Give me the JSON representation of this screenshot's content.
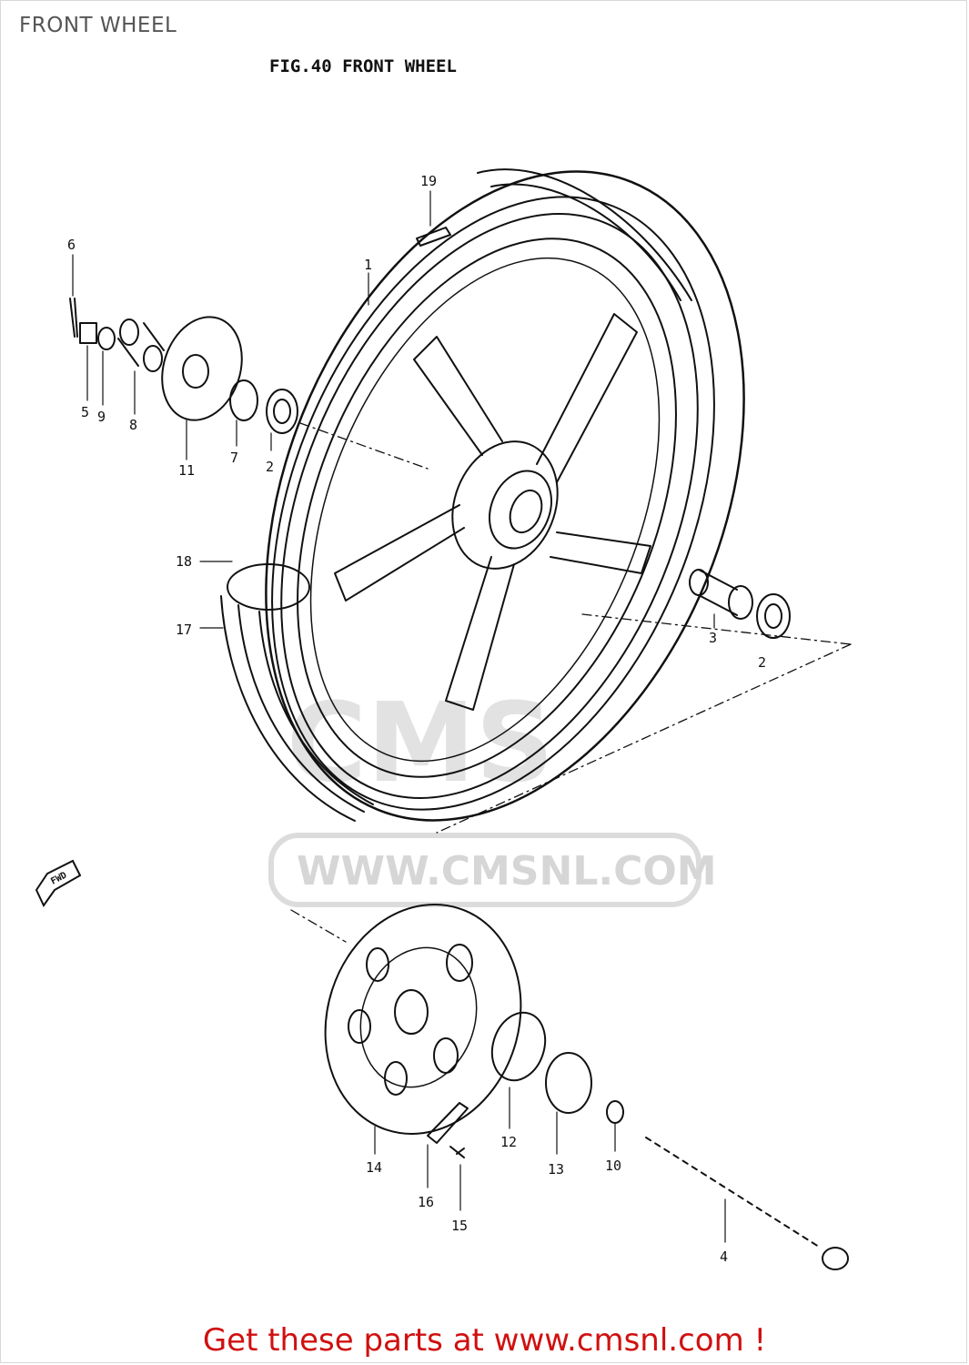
{
  "page": {
    "title": "FRONT WHEEL"
  },
  "figure": {
    "title": "FIG.40  FRONT WHEEL"
  },
  "callouts": [
    {
      "id": "1",
      "label": "1"
    },
    {
      "id": "2",
      "label": "2"
    },
    {
      "id": "2b",
      "label": "2"
    },
    {
      "id": "3",
      "label": "3"
    },
    {
      "id": "4",
      "label": "4"
    },
    {
      "id": "5",
      "label": "5"
    },
    {
      "id": "6",
      "label": "6"
    },
    {
      "id": "7",
      "label": "7"
    },
    {
      "id": "8",
      "label": "8"
    },
    {
      "id": "9",
      "label": "9"
    },
    {
      "id": "10",
      "label": "10"
    },
    {
      "id": "11",
      "label": "11"
    },
    {
      "id": "12",
      "label": "12"
    },
    {
      "id": "13",
      "label": "13"
    },
    {
      "id": "14",
      "label": "14"
    },
    {
      "id": "15",
      "label": "15"
    },
    {
      "id": "16",
      "label": "16"
    },
    {
      "id": "17",
      "label": "17"
    },
    {
      "id": "18",
      "label": "18"
    },
    {
      "id": "19",
      "label": "19"
    }
  ],
  "fwd_marker": "FWD",
  "watermark": {
    "text": "WWW.CMSNL.COM",
    "logo": "CMS"
  },
  "footer": {
    "text": "Get these parts at www.cmsnl.com !"
  },
  "colors": {
    "line": "#111111",
    "watermark": "#d6d6d6",
    "footer": "#d01010",
    "title": "#555555"
  }
}
